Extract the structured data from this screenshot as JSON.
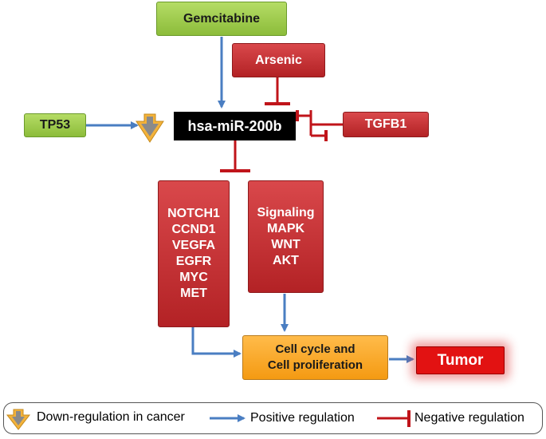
{
  "nodes": {
    "gemcitabine": "Gemcitabine",
    "arsenic": "Arsenic",
    "tp53": "TP53",
    "mirna": "hsa-miR-200b",
    "tgfb1": "TGFB1",
    "genes": [
      "NOTCH1",
      "CCND1",
      "VEGFA",
      "EGFR",
      "MYC",
      "MET"
    ],
    "signaling": [
      "Signaling",
      "MAPK",
      "WNT",
      "AKT"
    ],
    "cell_cycle_line1": "Cell cycle and",
    "cell_cycle_line2": "Cell proliferation",
    "tumor": "Tumor"
  },
  "legend": {
    "down": "Down-regulation in cancer",
    "positive": "Positive regulation",
    "negative": "Negative regulation"
  },
  "colors": {
    "positive_arrow": "#4a7ec2",
    "negative_arrow": "#c0141a",
    "down_arrow_fill": "#f3b23a",
    "down_arrow_core": "#8a8a8a"
  }
}
